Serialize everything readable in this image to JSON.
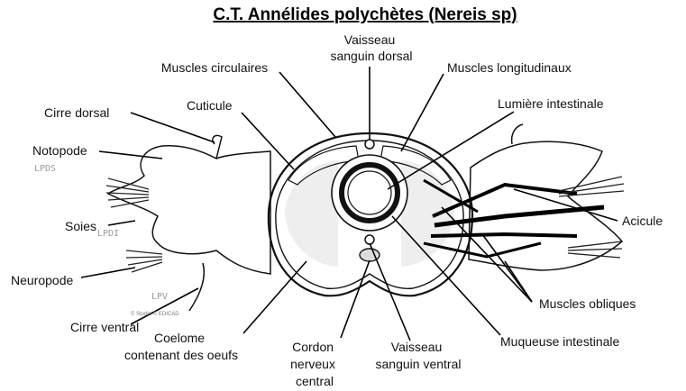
{
  "title": "C.T. Annélides polychètes (Nereis sp)",
  "labels": {
    "vaisseau_dorsal_1": "Vaisseau",
    "vaisseau_dorsal_2": "sanguin dorsal",
    "muscles_circulaires": "Muscles circulaires",
    "muscles_longitudinaux": "Muscles longitudinaux",
    "lumiere_intestinale": "Lumière intestinale",
    "cuticule": "Cuticule",
    "cirre_dorsal": "Cirre dorsal",
    "notopode": "Notopode",
    "soies": "Soies",
    "acicule": "Acicule",
    "neuropode": "Neuropode",
    "muscles_obliques": "Muscles obliques",
    "cirre_ventral": "Cirre ventral",
    "coelome_1": "Coelome",
    "coelome_2": "contenant des oeufs",
    "cordon_1": "Cordon",
    "cordon_2": "nerveux",
    "cordon_3": "central",
    "vaisseau_ventral_1": "Vaisseau",
    "vaisseau_ventral_2": "sanguin ventral",
    "muqueuse_intestinale": "Muqueuse intestinale"
  },
  "handwritten": {
    "lpds": "LPDS",
    "lpdi": "LPDI",
    "lpv": "LPV"
  },
  "copyright": "© Studio © EDICAD"
}
